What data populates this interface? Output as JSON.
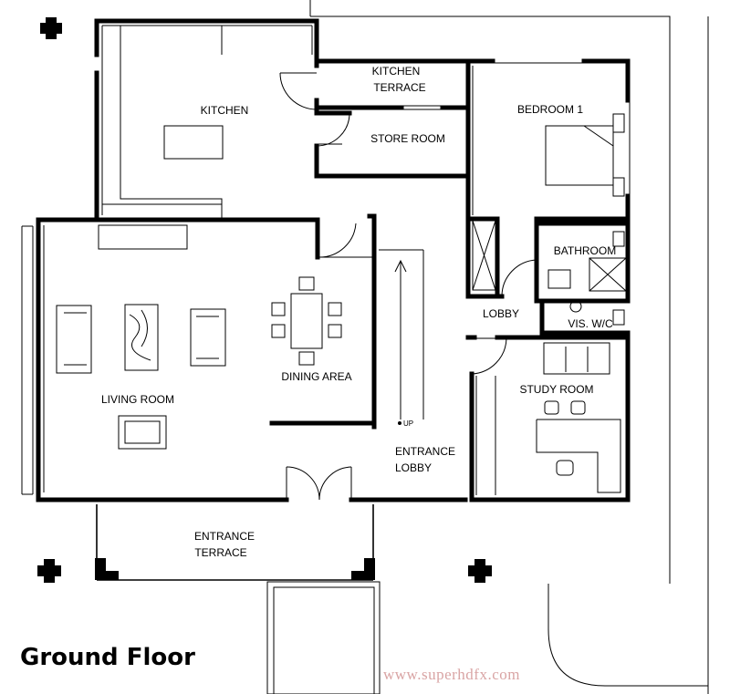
{
  "title": "Ground Floor",
  "watermark": "www.superhdfx.com",
  "rooms": {
    "kitchen": "KITCHEN",
    "kitchen_terrace_1": "KITCHEN",
    "kitchen_terrace_2": "TERRACE",
    "store_room": "STORE ROOM",
    "bedroom_1": "BEDROOM 1",
    "bathroom": "BATHROOM",
    "lobby": "LOBBY",
    "vis_wc": "VIS. W/C",
    "dining_area": "DINING AREA",
    "living_room": "LIVING ROOM",
    "study_room": "STUDY ROOM",
    "entrance_lobby_1": "ENTRANCE",
    "entrance_lobby_2": "LOBBY",
    "entrance_terrace_1": "ENTRANCE",
    "entrance_terrace_2": "TERRACE"
  },
  "stair_up": "UP",
  "colors": {
    "ink": "#000000",
    "paper": "#ffffff",
    "watermark": "#d9a4a4"
  }
}
